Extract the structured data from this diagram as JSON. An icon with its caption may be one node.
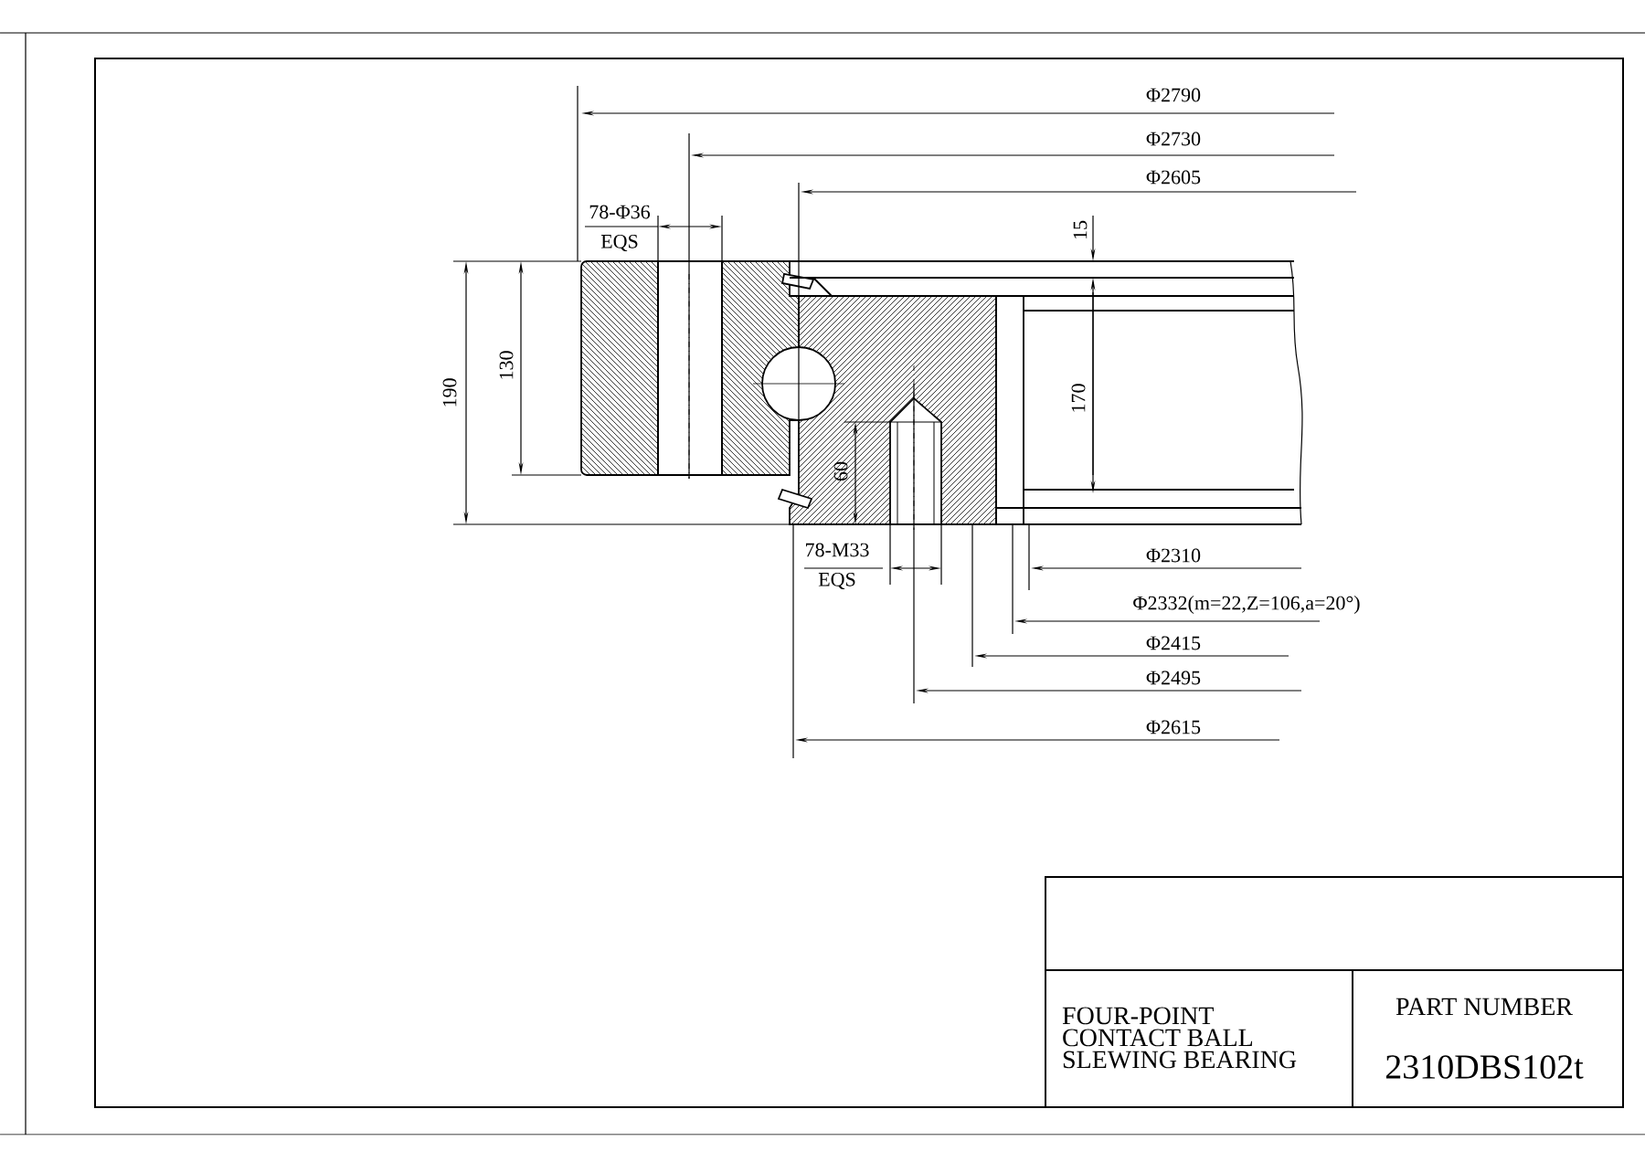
{
  "diagram": {
    "labels": [
      "Φ2790",
      "Φ2730",
      "Φ2605",
      "78-Φ36",
      "EQS",
      "15",
      "190",
      "130",
      "170",
      "60",
      "78-M33",
      "EQS",
      "Φ2310",
      "Φ2332(m=22,Z=106,a=20°)",
      "Φ2415",
      "Φ2495",
      "Φ2615",
      "FOUR-POINT CONTACT BALL SLEWING BEARING",
      "PART NUMBER",
      "2310DBS102t"
    ]
  }
}
